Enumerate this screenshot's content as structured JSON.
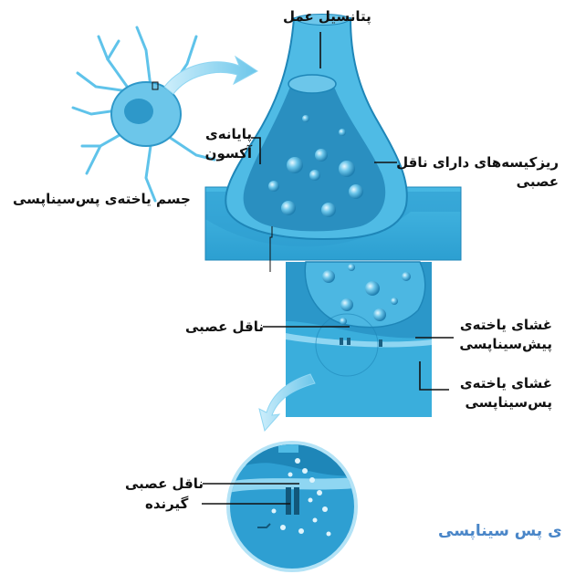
{
  "labels": {
    "action_potential": "پتانسیل عمل",
    "axon_terminal_line1": "پایانه‌ی",
    "axon_terminal_line2": "آکسون",
    "vesicles_line1": "ریزکیسه‌های دارای ناقل",
    "vesicles_line2": "عصبی",
    "postsynaptic_cell_body": "جسم یاخته‌ی پس‌سیناپسی",
    "neurotransmitter": "ناقل عصبی",
    "presynaptic_membrane_line1": "غشای یاخته‌ی",
    "presynaptic_membrane_line2": "پیش‌سیناپسی",
    "postsynaptic_membrane_line1": "غشای یاخته‌ی",
    "postsynaptic_membrane_line2": "پس‌سیناپسی",
    "zoom_neurotransmitter": "ناقل عصبی",
    "receptor": "گیرنده"
  },
  "caption": "ی پس سیناپسی",
  "colors": {
    "tissue": "#3fb1df",
    "tissue_dark": "#1e86b8",
    "tissue_light": "#8fd6f2",
    "vesicle": "#5fb6dd",
    "caption": "#4a86c8",
    "leader_line": "#111111"
  }
}
